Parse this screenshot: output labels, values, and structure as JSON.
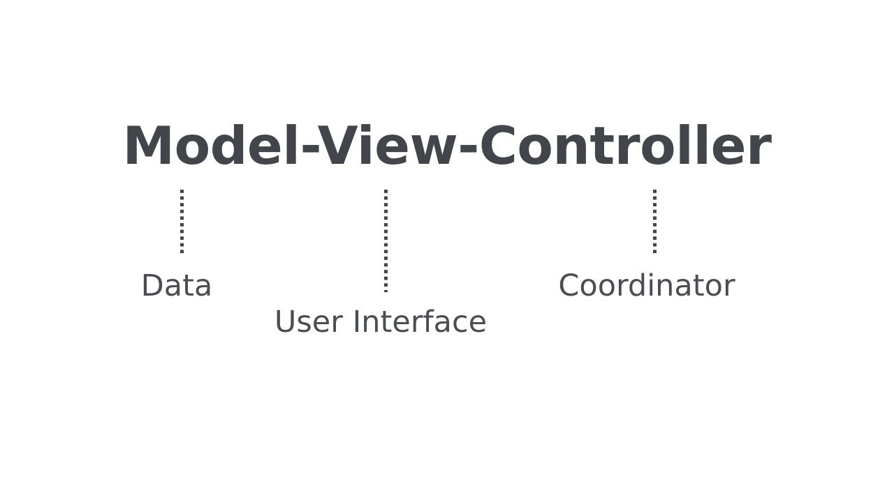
{
  "slide": {
    "background_color": "#ffffff",
    "title": "Model-View-Controller",
    "title_color": "#42464a",
    "label_color": "#4a4e52",
    "connector_color": "#43474b"
  },
  "diagram": {
    "type": "annotated-term-breakdown",
    "term_parts": [
      {
        "id": "model",
        "term": "Model",
        "explanation": "Data",
        "connector_style": "dotted-vertical"
      },
      {
        "id": "view",
        "term": "View",
        "explanation": "User Interface",
        "connector_style": "dotted-vertical"
      },
      {
        "id": "controller",
        "term": "Controller",
        "explanation": "Coordinator",
        "connector_style": "dotted-vertical"
      }
    ]
  }
}
